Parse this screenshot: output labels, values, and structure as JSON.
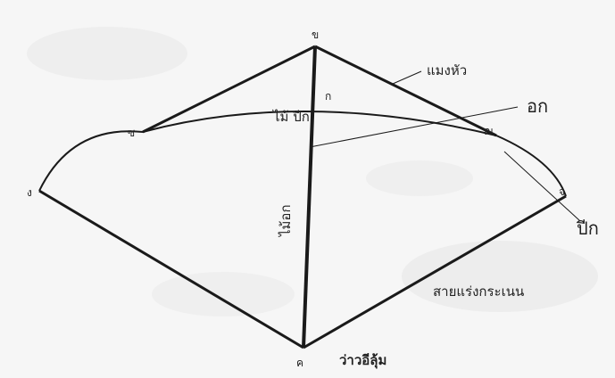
{
  "labels": {
    "top_vertex": "ข",
    "left_upper": "ซ",
    "left_vertex": "ง",
    "bottom_vertex": "ค",
    "right_vertex": "จ",
    "right_upper": "ณ",
    "center_mark": "ก",
    "mai_pak": "ไม้ ปีก",
    "mae_wong_hua": "แมงหัว",
    "ok": "อก",
    "pik": "ปีก",
    "mai_ok": "ไม้อก",
    "sai_rang": "สายแร่งกระเนน",
    "caption": "ว่าวอีลุ้ม"
  },
  "colors": {
    "paper": "#f6f6f6",
    "ink": "#1a1a1a"
  }
}
